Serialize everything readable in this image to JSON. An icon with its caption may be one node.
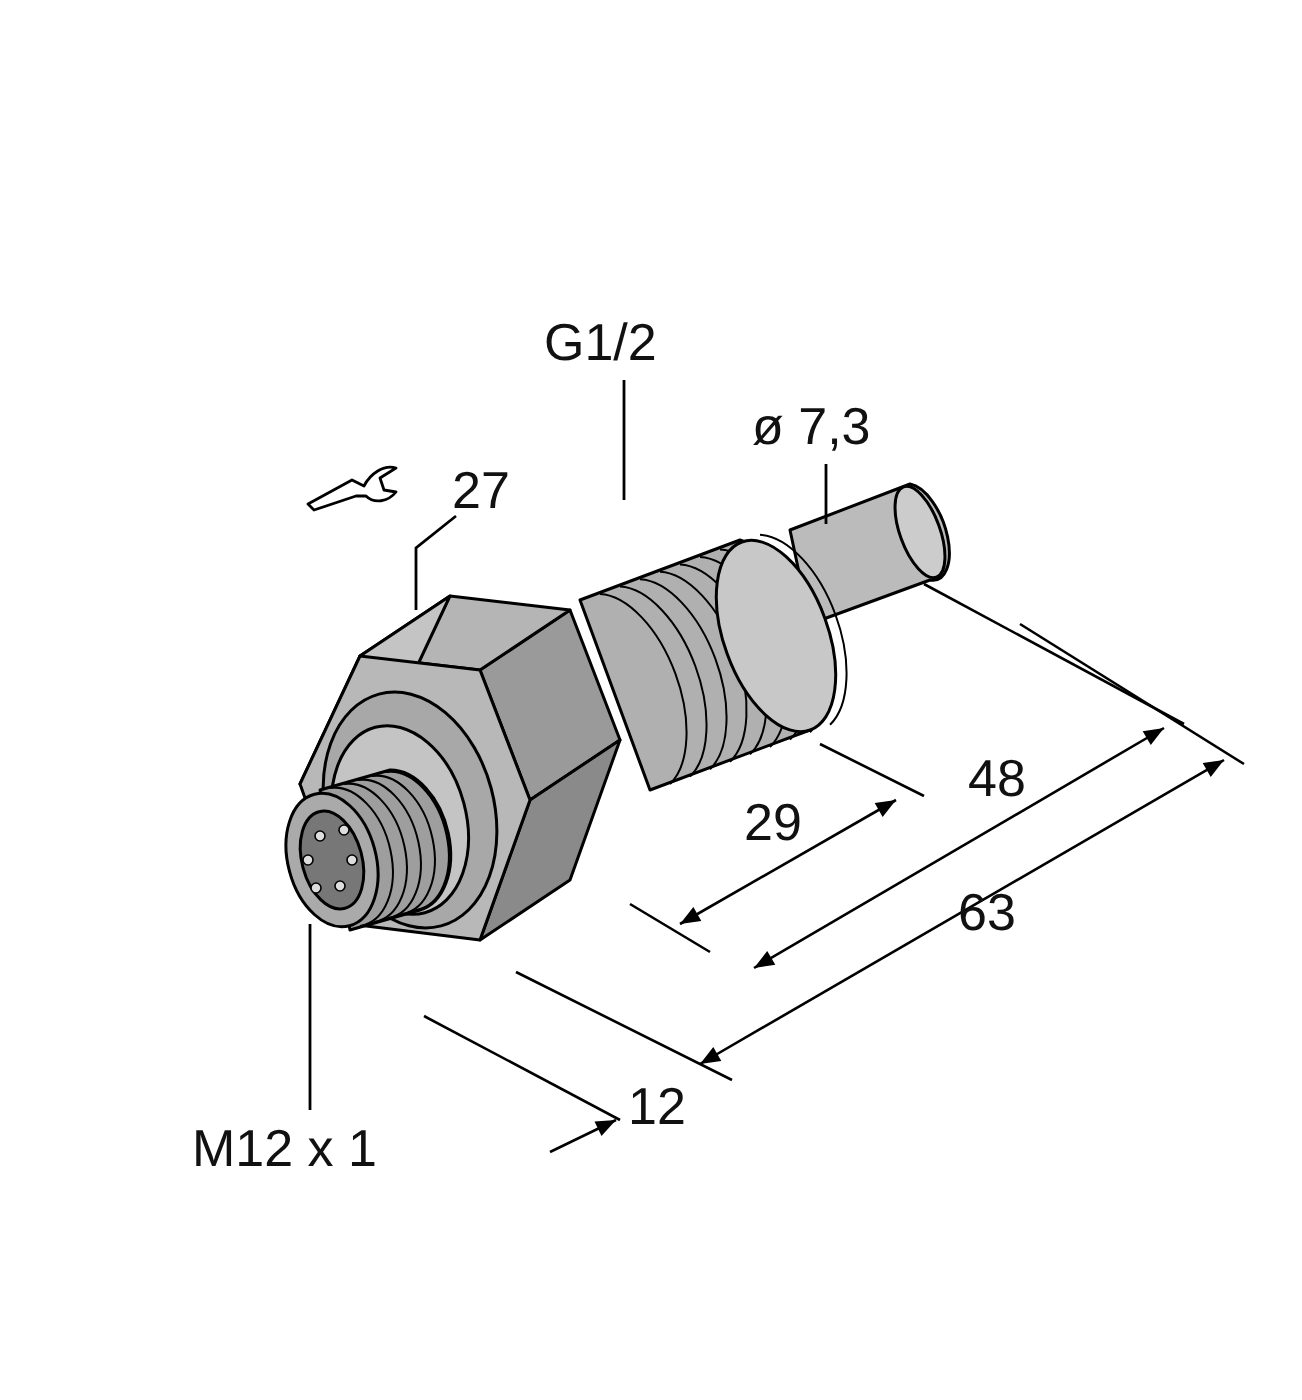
{
  "diagram": {
    "nodes": [
      {
        "text": [
          "G1/2"
        ]
      },
      {
        "text": [
          "ø 7,3"
        ]
      },
      {
        "text": [
          "27"
        ]
      },
      {
        "text": [
          "M12 x 1"
        ]
      }
    ],
    "edges": [
      {
        "from": 0,
        "to": null,
        "arrow": "none"
      },
      {
        "from": 1,
        "to": null,
        "arrow": "none"
      },
      {
        "from": 2,
        "to": null,
        "arrow": "none"
      },
      {
        "from": 3,
        "to": null,
        "arrow": "none"
      }
    ],
    "labels": [
      "29",
      "48",
      "63",
      "12"
    ]
  }
}
